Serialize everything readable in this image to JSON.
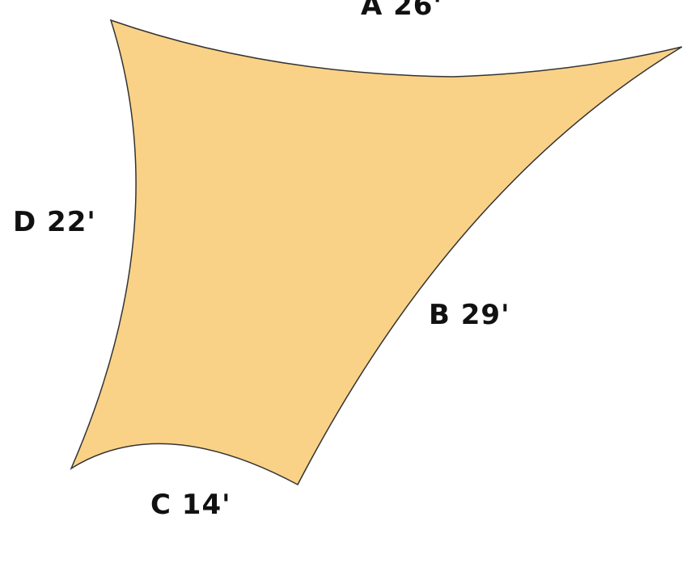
{
  "diagram": {
    "fill_color": "#f9d287",
    "stroke_color": "#333333",
    "labels": {
      "a": "A 26'",
      "b": "B 29'",
      "c": "C 14'",
      "d": "D 22'"
    }
  }
}
